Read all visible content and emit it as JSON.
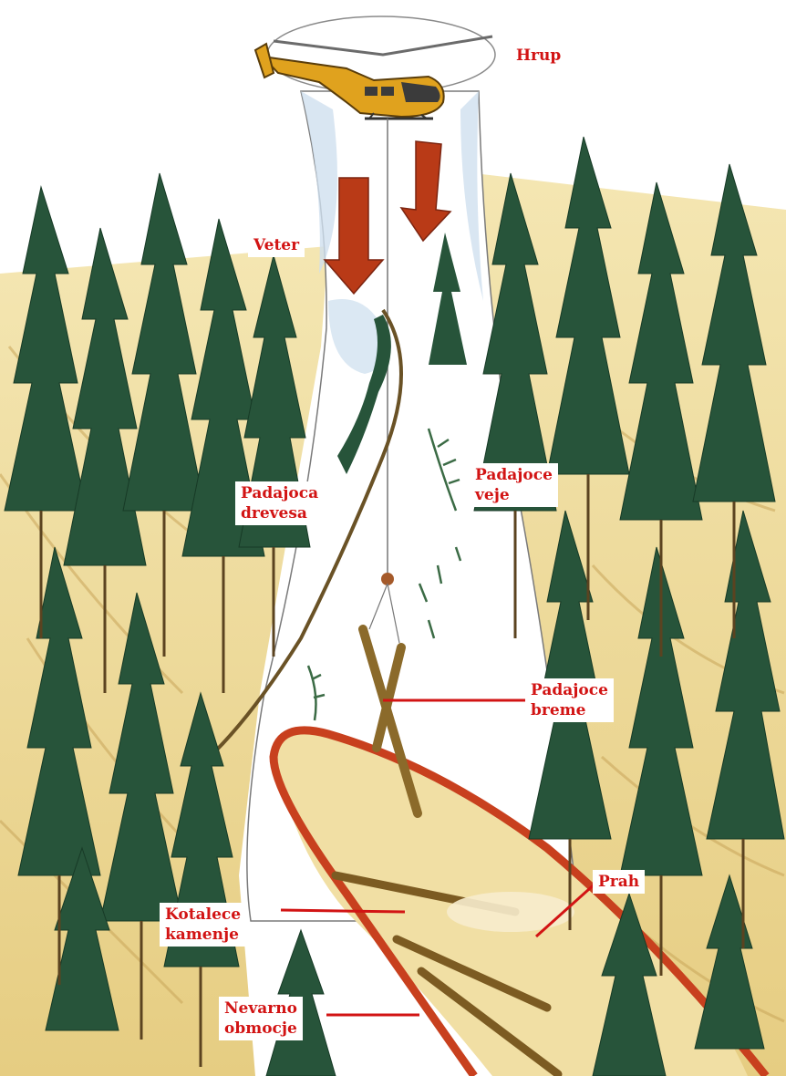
{
  "labels": {
    "hrup": "Hrup",
    "veter": "Veter",
    "padajoca_drevesa": [
      "Padajoca",
      "drevesа"
    ],
    "padajoce_veje": [
      "Padajoce",
      "veje"
    ],
    "padajoce_breme": [
      "Padajoce",
      "breme"
    ],
    "prah": "Prah",
    "kotalece_kamenje": [
      "Kotalece",
      "kamenje"
    ],
    "nevarno_obmocje": [
      "Nevarno",
      "obmocje"
    ]
  },
  "colors": {
    "label_text": "#d21414",
    "pointer_line": "#d21414",
    "danger_zone_ring": "#c8401e",
    "wind_arrow": "#b93a17",
    "helicopter_body": "#e0a21e",
    "ground": "#ecd693",
    "tree": "#27543a"
  }
}
